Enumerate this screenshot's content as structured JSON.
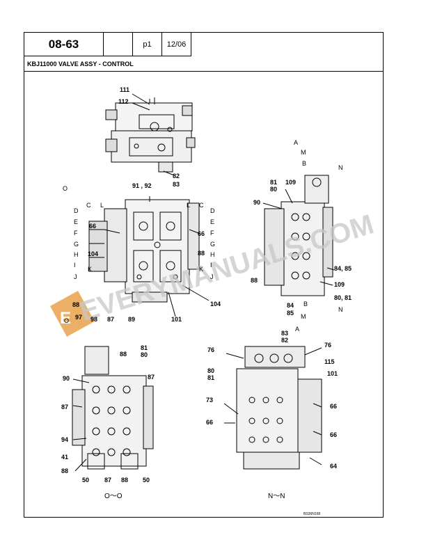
{
  "header": {
    "page_number": "08-63",
    "page_label": "p1",
    "date": "12/06",
    "title": "KBJ11000 VALVE ASSY -  CONTROL"
  },
  "watermark": {
    "text": "EVERYMANUALS.COM",
    "color": "#c8c8c8",
    "logo_letter": "E"
  },
  "views": {
    "o": "O～O",
    "n": "N～N"
  },
  "section_marks": [
    "A",
    "M",
    "B",
    "N",
    "O",
    "C",
    "L",
    "D",
    "E",
    "F",
    "G",
    "H",
    "I",
    "J",
    "K"
  ],
  "callouts": {
    "c111": "111",
    "c112": "112",
    "c82": "82",
    "c83": "83",
    "c91_92": "91 , 92",
    "c66a": "66",
    "c66b": "66",
    "c104a": "104",
    "c104b": "104",
    "c88a": "88",
    "c88b": "88",
    "c97": "97",
    "c98": "98",
    "c87": "87",
    "c89": "89",
    "c101": "101",
    "c81": "81",
    "c80": "80",
    "c109": "109",
    "c90": "90",
    "c84_85": "84, 85",
    "c88c": "88",
    "c84": "84",
    "c85": "85",
    "c109b": "109",
    "c80_81": "80, 81",
    "o_88": "88",
    "o_81": "81",
    "o_80": "80",
    "o_90": "90",
    "o_87a": "87",
    "o_87b": "87",
    "o_94": "94",
    "o_41": "41",
    "o_88b": "88",
    "o_50a": "50",
    "o_87c": "87",
    "o_88c": "88",
    "o_50b": "50",
    "n_83": "83",
    "n_82": "82",
    "n_76a": "76",
    "n_76b": "76",
    "n_115": "115",
    "n_80": "80",
    "n_81": "81",
    "n_101": "101",
    "n_73": "73",
    "n_66a": "66",
    "n_66b": "66",
    "n_66c": "66",
    "n_64": "64"
  },
  "figure_ref": "BS36N168"
}
